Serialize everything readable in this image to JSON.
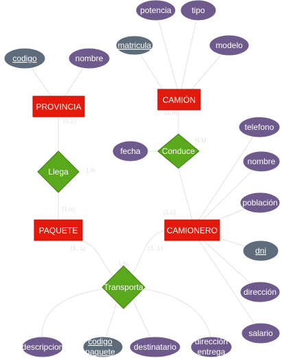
{
  "colors": {
    "entity": "#e31a0b",
    "entity_stroke": "#b81208",
    "relationship": "#5aa81c",
    "relationship_stroke": "#3f7d10",
    "attribute": "#6e5a8c",
    "key_attribute": "#5d6b7b",
    "line": "#e0e0e0",
    "cardinality": "#e2e2e2"
  },
  "entities": {
    "provincia": "PROVINCIA",
    "camion": "CAMIÓN",
    "paquete": "PAQUETE",
    "camionero": "CAMIONERO"
  },
  "relationships": {
    "llega": "Llega",
    "conduce": "Conduce",
    "transporta": "Transporta"
  },
  "attributes": {
    "codigo": "codigo",
    "nombre_provincia": "nombre",
    "matricula": "matricula",
    "potencia": "potencia",
    "tipo": "tipo",
    "modelo": "modelo",
    "fecha": "fecha",
    "telefono": "telefono",
    "nombre_camionero": "nombre",
    "poblacion": "población",
    "dni": "dni",
    "direccion": "dirección",
    "salario": "salario",
    "descripcion": "descripcion",
    "codigo_paquete_1": "codigo",
    "codigo_paquete_2": "paquete",
    "destinatario": "destinatario",
    "direccion_entrega_1": "dirección",
    "direccion_entrega_2": "entrega"
  },
  "cardinalities": {
    "provincia_llega": "(1,1)",
    "llega": "1:N",
    "paquete_llega": "(1,n)",
    "conduce": "N:M",
    "camion_conduce": "(1,n)",
    "camionero_conduce": "(1,n)",
    "paquete_transporta": "(1, 1)",
    "camionero_transporta": "(1, 1)",
    "transporta": "1:N"
  }
}
